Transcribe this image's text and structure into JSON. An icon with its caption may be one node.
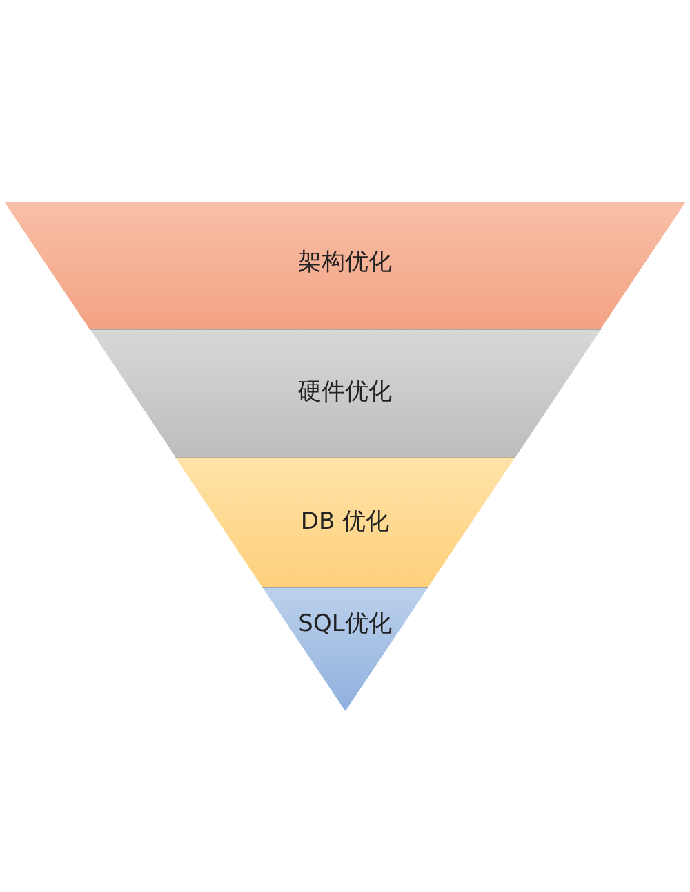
{
  "diagram": {
    "nodes": [
      {
        "text": [
          "架构优化"
        ]
      },
      {
        "text": [
          "硬件优化"
        ]
      },
      {
        "text": [
          "DB 优化"
        ]
      },
      {
        "text": [
          "SQL优化"
        ]
      }
    ]
  }
}
